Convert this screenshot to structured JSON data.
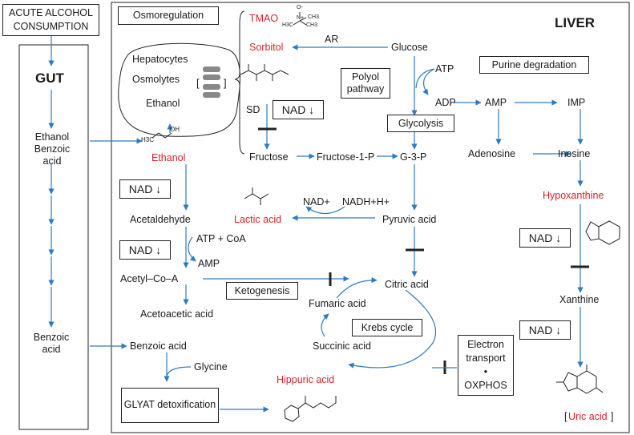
{
  "acute_box": "ACUTE ALCOHOL CONSUMPTION",
  "gut": {
    "title": "GUT",
    "ethanol_benzoic": "Ethanol Benzoic acid",
    "benzoic": "Benzoic acid"
  },
  "liver_title": "LIVER",
  "osmoregulation": {
    "box": "Osmoregulation",
    "hepatocytes": "Hepatocytes",
    "osmolytes": "Osmolytes",
    "ethanol": "Ethanol",
    "bracket_left": "[",
    "bracket_right": "]"
  },
  "molecules": {
    "tmao": "TMAO",
    "sorbitol": "Sorbitol",
    "ethanol": "Ethanol",
    "lactic": "Lactic acid",
    "hypoxanthine": "Hypoxanthine",
    "hippuric": "Hippuric acid",
    "uric": "Uric acid",
    "uric_bracket_l": "[",
    "uric_bracket_r": "]"
  },
  "structure_text": {
    "ethanol_h3c": "H3C",
    "ethanol_oh": "OH",
    "tmao_o": "O-",
    "tmao_n": "N+",
    "tmao_ch3a": "H3C",
    "tmao_ch3b": "CH3",
    "tmao_ch3c": "CH3"
  },
  "enzymes": {
    "ar": "AR",
    "sd": "SD"
  },
  "metabolites": {
    "glucose": "Glucose",
    "atp": "ATP",
    "adp": "ADP",
    "amp_top": "AMP",
    "imp": "IMP",
    "adenosine": "Adenosine",
    "inosine": "Inosine",
    "fructose": "Fructose",
    "fructose1p": "Fructose-1-P",
    "g3p": "G-3-P",
    "nad_plus": "NAD+",
    "nadh": "NADH+H+",
    "pyruvic": "Pyruvic acid",
    "acetaldehyde": "Acetaldehyde",
    "atp_coa": "ATP + CoA",
    "amp_mid": "AMP",
    "acetylcoa": "Acetyl–Co–A",
    "acetoacetic": "Acetoacetic acid",
    "citric": "Citric acid",
    "fumaric": "Fumaric acid",
    "succinic": "Succinic acid",
    "xanthine": "Xanthine",
    "benzoic_liver": "Benzoic acid",
    "glycine": "Glycine"
  },
  "boxes": {
    "polyol": "Polyol pathway",
    "glycolysis": "Glycolysis",
    "purine": "Purine degradation",
    "ketogenesis": "Ketogenesis",
    "krebs": "Krebs cycle",
    "etc_line1": "Electron",
    "etc_line2": "transport",
    "etc_dot": "•",
    "etc_line3": "OXPHOS",
    "glyat": "GLYAT detoxification"
  },
  "nad_boxes": {
    "nad_sd": "NAD ↓",
    "nad_ethanol": "NAD ↓",
    "nad_acetaldehyde": "NAD ↓",
    "nad_hypoxanthine": "NAD ↓",
    "nad_xanthine": "NAD ↓"
  },
  "colors": {
    "arrow": "#2f7bbf",
    "highlight": "#d8232a",
    "line": "#222222"
  }
}
